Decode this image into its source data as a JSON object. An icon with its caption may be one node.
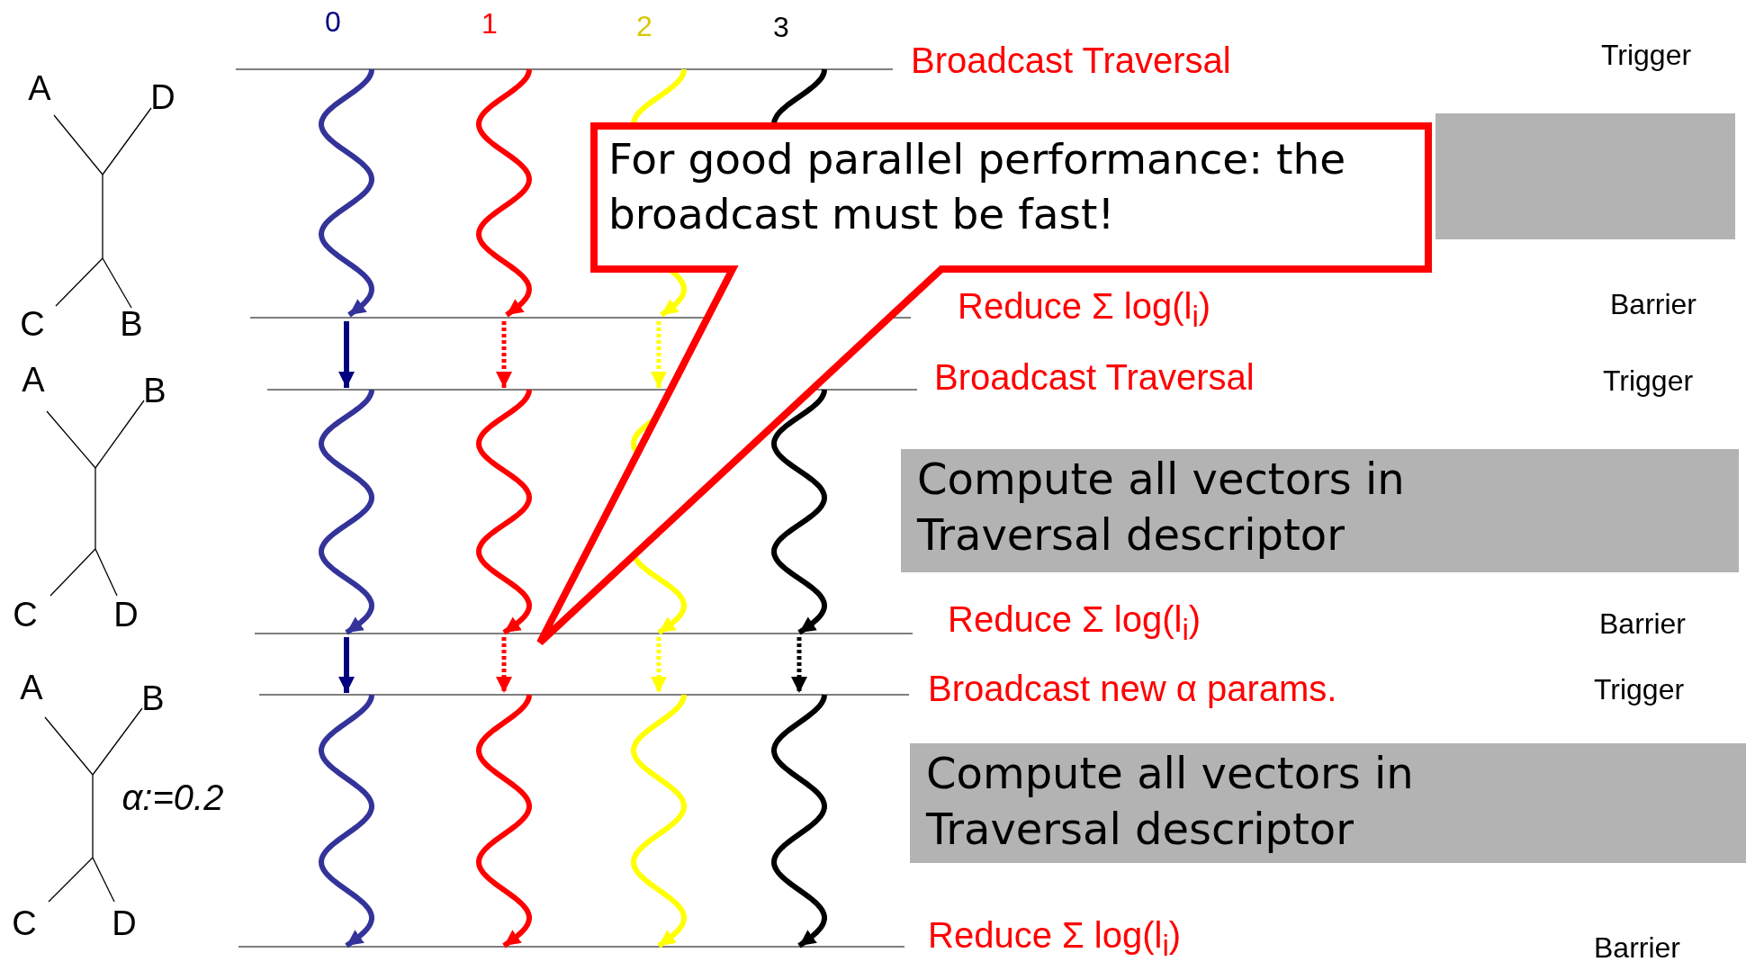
{
  "diagram": {
    "nodes": [
      {
        "text": [],
        "shape": "box"
      },
      {
        "text": [
          "For good parallel performance: the broadcast must be fast!"
        ]
      },
      {
        "text": [
          "Compute all vectors in Traversal descriptor"
        ]
      },
      {
        "text": [
          "Compute all vectors in Traversal descriptor"
        ]
      }
    ],
    "labels": [
      "0",
      "1",
      "2",
      "3",
      "Broadcast Traversal",
      "Trigger",
      "A",
      "D",
      "C",
      "B",
      "Reduce Σ log(l$_{i}$)",
      "Barrier",
      "A",
      "B",
      "Broadcast Traversal",
      "Trigger",
      "C",
      "D",
      "Reduce Σ log(l$_{i}$)",
      "Barrier",
      "A",
      "B",
      "Broadcast new α params.",
      "Trigger",
      "α:=0.2",
      "C",
      "D",
      "Reduce Σ log(l$_{i}$)",
      "Barrier"
    ]
  }
}
